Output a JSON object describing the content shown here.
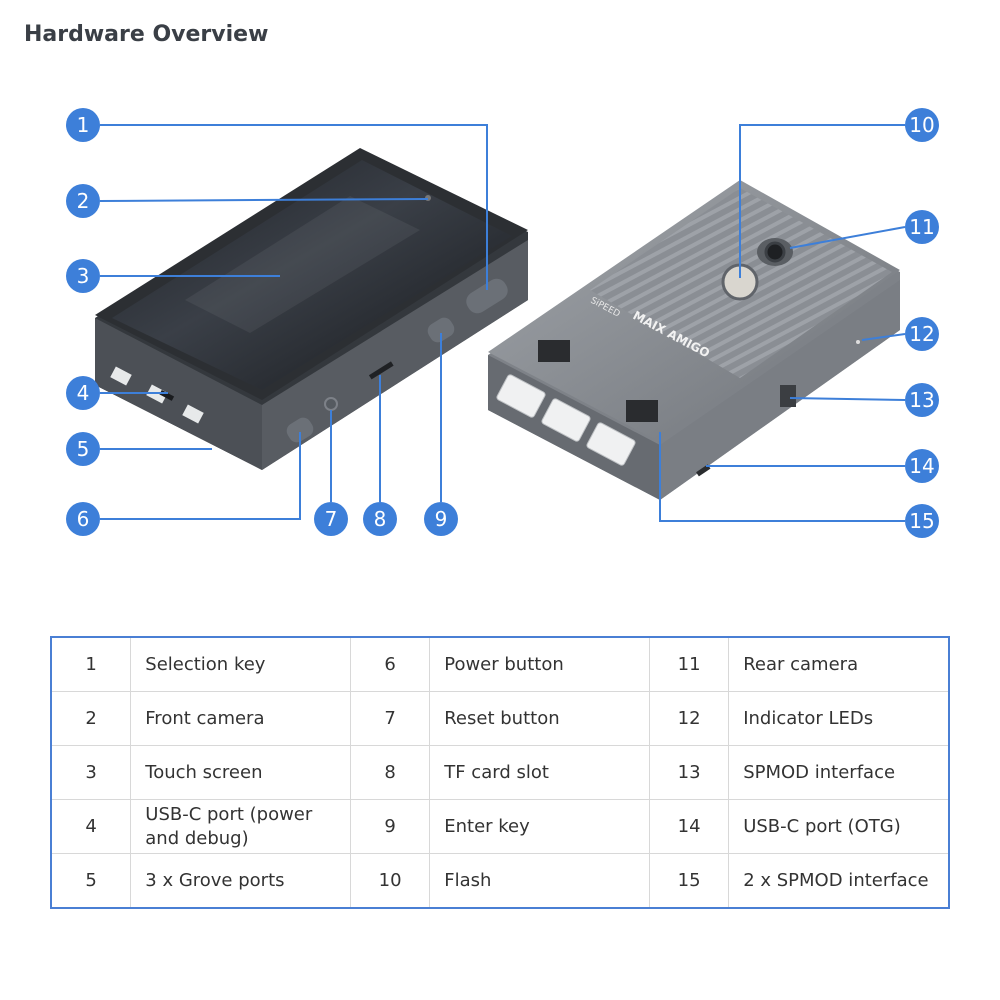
{
  "title": "Hardware Overview",
  "colors": {
    "badge": "#3d7fd9",
    "leader": "#3d7fd9",
    "table_border": "#4a7fd4",
    "device_front": "#3e4247",
    "device_back": "#8c9096"
  },
  "device_labels": {
    "brand": "SiPEED",
    "model": "MAIX AMIGO"
  },
  "callouts": [
    "1",
    "2",
    "3",
    "4",
    "5",
    "6",
    "7",
    "8",
    "9",
    "10",
    "11",
    "12",
    "13",
    "14",
    "15"
  ],
  "table": {
    "rows": [
      [
        {
          "num": "1",
          "label": "Selection key"
        },
        {
          "num": "6",
          "label": "Power button"
        },
        {
          "num": "11",
          "label": "Rear camera"
        }
      ],
      [
        {
          "num": "2",
          "label": "Front camera"
        },
        {
          "num": "7",
          "label": "Reset button"
        },
        {
          "num": "12",
          "label": "Indicator LEDs"
        }
      ],
      [
        {
          "num": "3",
          "label": "Touch screen"
        },
        {
          "num": "8",
          "label": "TF card slot"
        },
        {
          "num": "13",
          "label": "SPMOD interface"
        }
      ],
      [
        {
          "num": "4",
          "label": "USB-C port (power and debug)"
        },
        {
          "num": "9",
          "label": "Enter key"
        },
        {
          "num": "14",
          "label": "USB-C port (OTG)"
        }
      ],
      [
        {
          "num": "5",
          "label": "3 x Grove ports"
        },
        {
          "num": "10",
          "label": "Flash"
        },
        {
          "num": "15",
          "label": "2 x SPMOD interface"
        }
      ]
    ]
  }
}
